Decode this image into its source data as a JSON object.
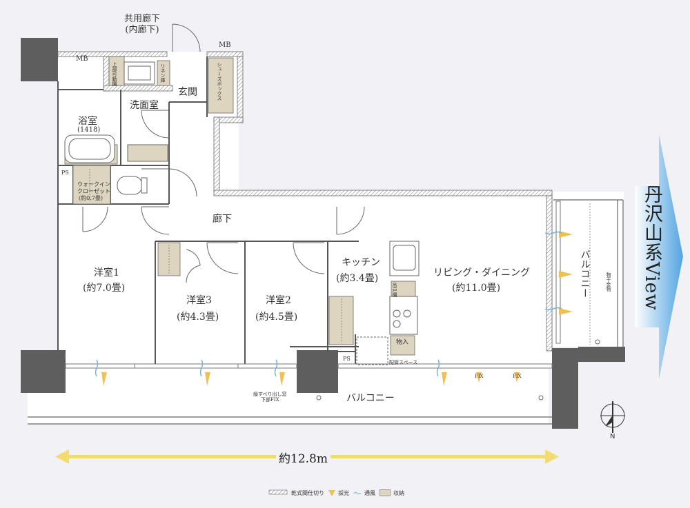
{
  "rooms": {
    "corridor_common": "共用廊下\n(内廊下)",
    "mb_left": "MB",
    "mb_right": "MB",
    "upper_shelf": "上部可動棚",
    "linen": "リネン庫",
    "shoes_box": "シューズボックス",
    "entrance": "玄関",
    "washroom": "洗面室",
    "bath_name": "浴室",
    "bath_size": "(1418)",
    "ps_left": "PS",
    "ps_right": "PS",
    "walkin_1": "ウォークイン",
    "walkin_2": "クローゼット",
    "walkin_3": "(約0.7畳)",
    "hallway": "廊下",
    "western1_name": "洋室1",
    "western1_size": "(約7.0畳)",
    "western3_name": "洋室3",
    "western3_size": "(約4.3畳)",
    "western2_name": "洋室2",
    "western2_size": "(約4.5畳)",
    "kitchen_name": "キッチン",
    "kitchen_size": "(約3.4畳)",
    "ld_name": "リビング・ダイニング",
    "ld_size": "(約11.0畳)",
    "balcony_side": "バルコニー",
    "balcony_main": "バルコニー",
    "storage_in": "物入",
    "hanging_shelf": "吊戸棚",
    "pipe_space": "配管スペース",
    "vertical_window": "縦すべり出し窓\n下部FIX",
    "fix_1": "FIX",
    "fix_2": "FIX",
    "drying_hardware": "物干金物"
  },
  "view_label": "丹沢山系View",
  "width_label": "約12.8m",
  "compass_label": "N",
  "legend": {
    "partition": "乾式間仕切り",
    "light": "採光",
    "ventilation": "通風",
    "storage": "収納"
  },
  "colors": {
    "wall": "#5e5e5e",
    "storage": "#ddd5c0",
    "light": "#f0c050",
    "wind": "#6fb0d8",
    "arrow": "#f2dc70",
    "view_arrow": "#5aa8e0"
  }
}
